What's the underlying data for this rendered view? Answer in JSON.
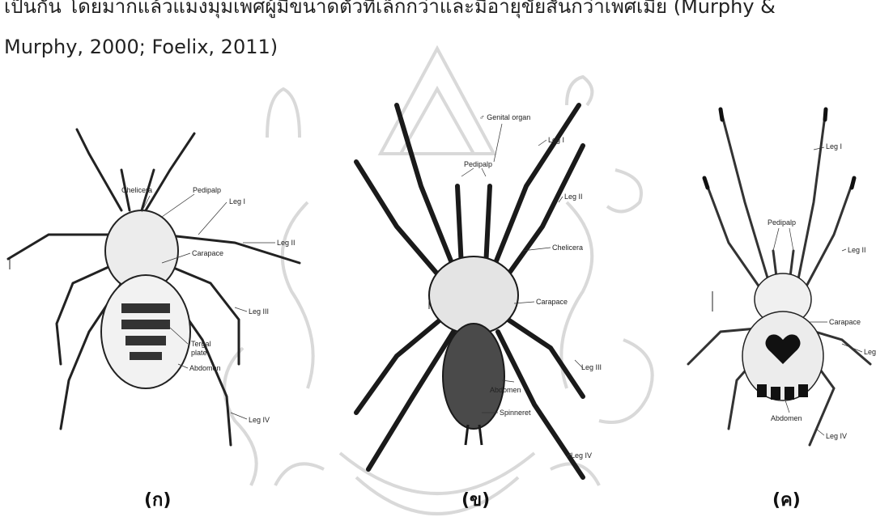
{
  "body_text": {
    "line1": "เป็นกัน โดยมากแล้วแมงมุมเพศผู้มีขนาดตัวที่เล็กกว่าและมีอายุขัยสั้นกว่าเพศเมีย (Murphy &",
    "line2": "Murphy, 2000; Foelix, 2011)"
  },
  "figures": [
    {
      "caption": "(ก)",
      "labels": {
        "chelicera": "Chelicera",
        "pedipalp": "Pedipalp",
        "leg1": "Leg I",
        "leg2": "Leg II",
        "carapace": "Carapace",
        "leg3": "Leg III",
        "tergal1": "Tergal",
        "tergal2": "plate",
        "abdomen": "Abdomen",
        "leg4": "Leg IV"
      }
    },
    {
      "caption": "(ข)",
      "labels": {
        "genital": "♂ Genital organ",
        "pedipalp": "Pedipalp",
        "leg1": "Leg I",
        "leg2": "Leg II",
        "chelicera": "Chelicera",
        "carapace": "Carapace",
        "leg3": "Leg III",
        "abdomen": "Abdomen",
        "spinneret": "Spinneret",
        "leg4": "Leg IV"
      }
    },
    {
      "caption": "(ค)",
      "labels": {
        "leg1": "Leg I",
        "pedipalp": "Pedipalp",
        "leg2": "Leg II",
        "carapace": "Carapace",
        "leg3": "Leg",
        "abdomen": "Abdomen",
        "leg4": "Leg IV"
      }
    }
  ],
  "colors": {
    "ink": "#1a1a1a",
    "watermark": "#d8d8d8"
  }
}
